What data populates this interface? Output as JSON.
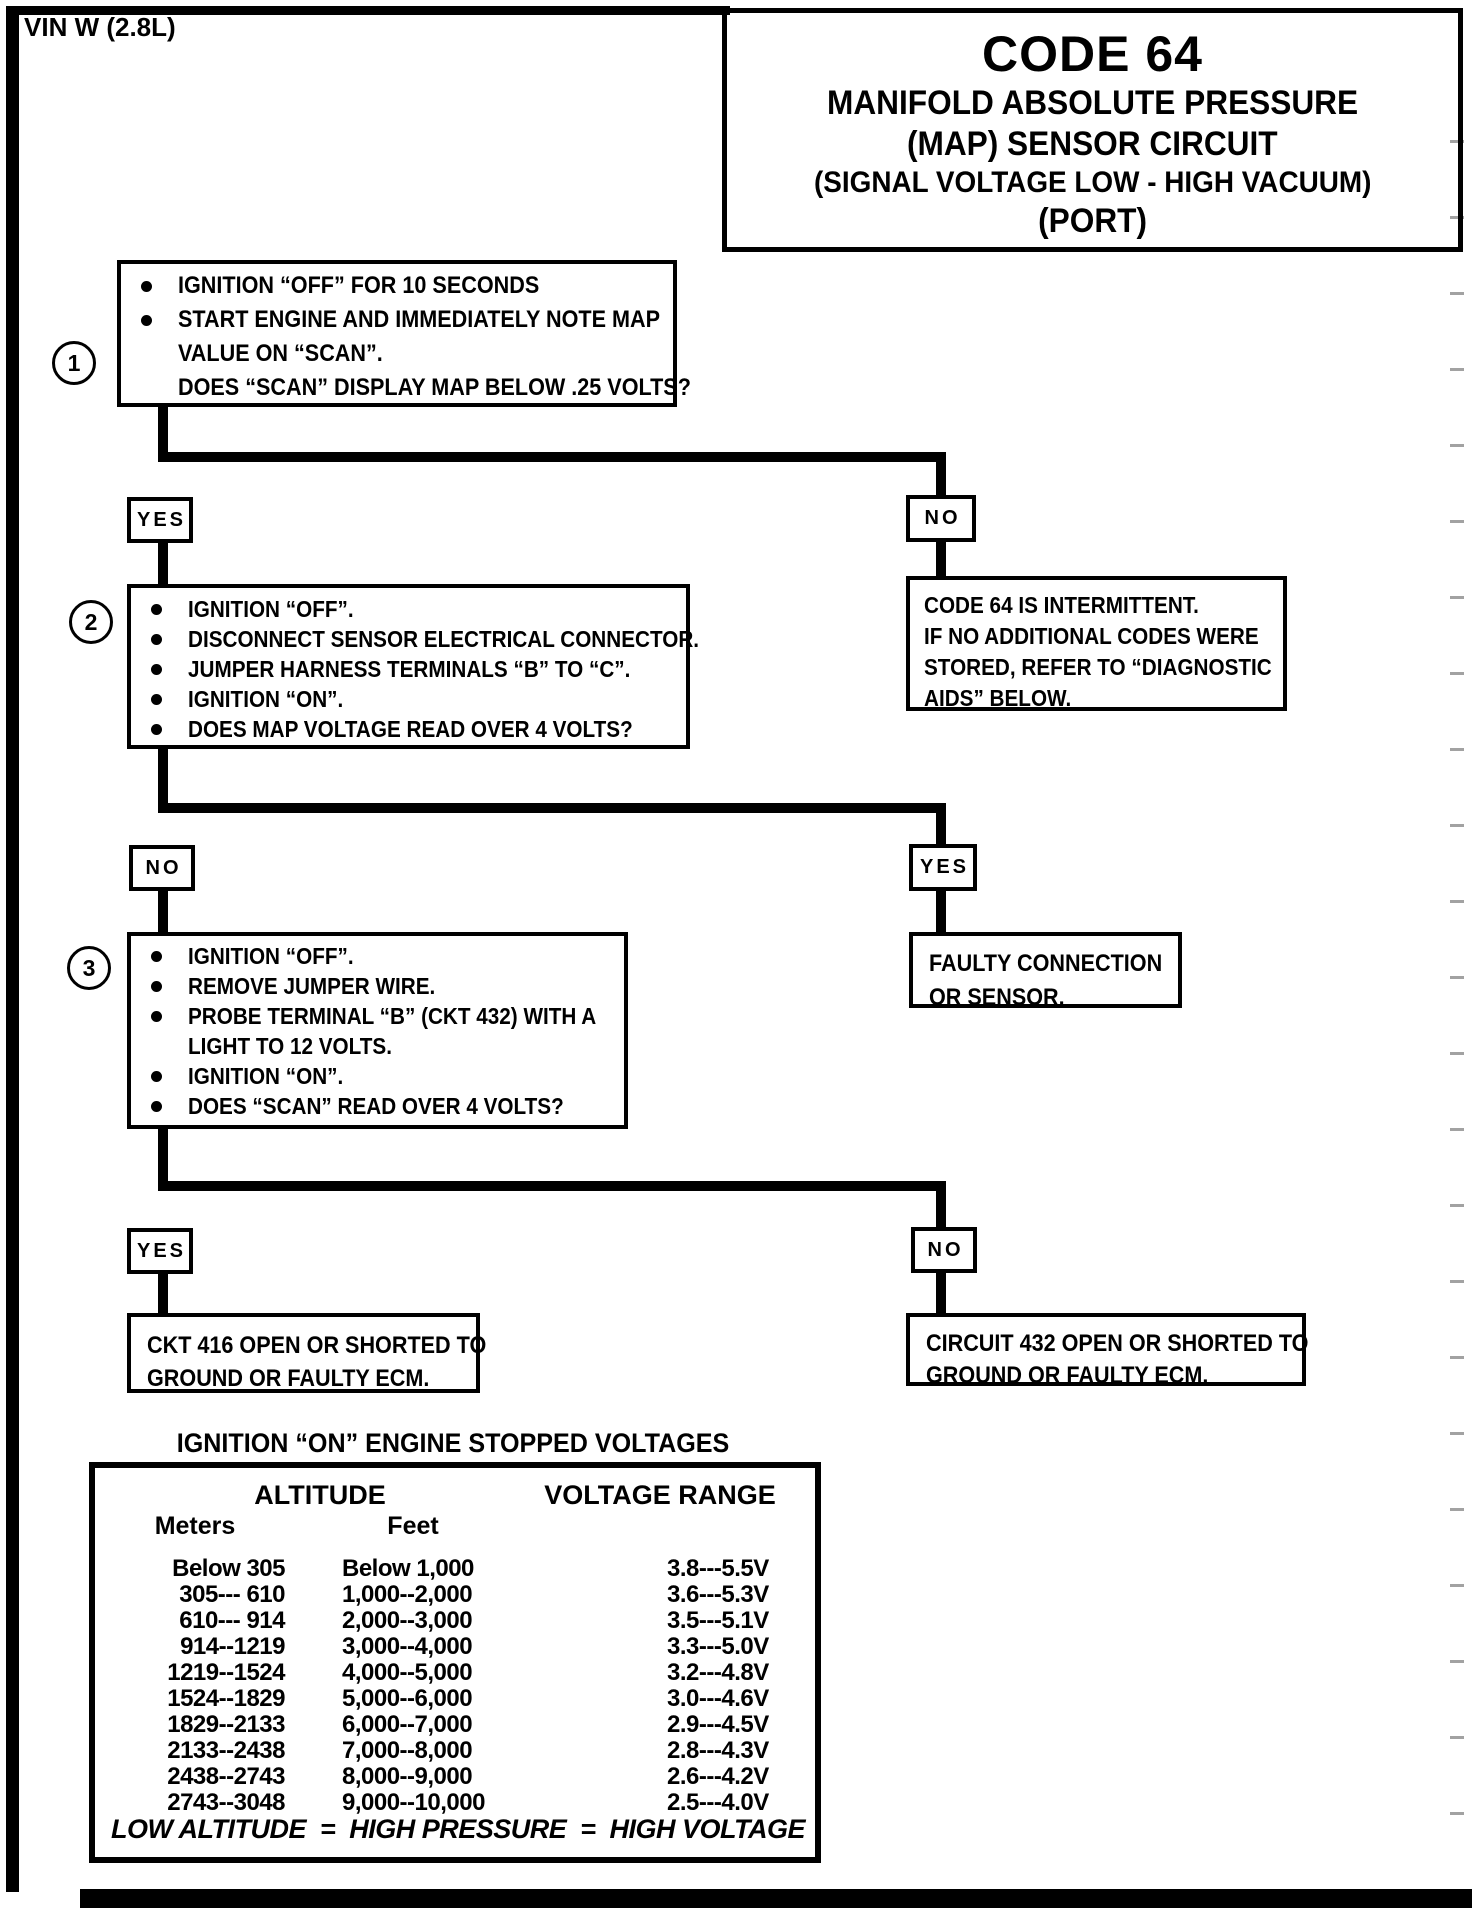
{
  "page": {
    "vin": "VIN W (2.8L)"
  },
  "title": {
    "code": "CODE 64",
    "lines": [
      "MANIFOLD ABSOLUTE PRESSURE",
      "(MAP) SENSOR CIRCUIT",
      "(SIGNAL VOLTAGE LOW - HIGH VACUUM)",
      "(PORT)"
    ]
  },
  "flow": {
    "step1": {
      "num": "1",
      "lines": [
        "IGNITION “OFF” FOR 10 SECONDS",
        "START ENGINE AND IMMEDIATELY NOTE MAP",
        "VALUE ON “SCAN”.",
        "DOES “SCAN” DISPLAY MAP BELOW .25 VOLTS?"
      ]
    },
    "branch1_yes": "YES",
    "branch1_no": "NO",
    "intermittent": {
      "lines": [
        "CODE 64 IS INTERMITTENT.",
        "IF NO ADDITIONAL CODES WERE",
        "STORED, REFER TO “DIAGNOSTIC",
        "AIDS”  BELOW."
      ]
    },
    "step2": {
      "num": "2",
      "lines": [
        "IGNITION “OFF”.",
        "DISCONNECT SENSOR ELECTRICAL CONNECTOR.",
        "JUMPER HARNESS TERMINALS “B” TO “C”.",
        "IGNITION “ON”.",
        "DOES MAP VOLTAGE READ OVER 4 VOLTS?"
      ]
    },
    "branch2_no": "NO",
    "branch2_yes": "YES",
    "faulty": {
      "lines": [
        "FAULTY CONNECTION",
        "OR SENSOR."
      ]
    },
    "step3": {
      "num": "3",
      "lines": [
        "IGNITION “OFF”.",
        "REMOVE JUMPER WIRE.",
        "PROBE TERMINAL “B” (CKT 432) WITH A",
        "LIGHT TO 12 VOLTS.",
        "IGNITION “ON”.",
        "DOES “SCAN” READ OVER 4 VOLTS?"
      ]
    },
    "branch3_yes": "YES",
    "branch3_no": "NO",
    "ckt416": {
      "lines": [
        "CKT 416 OPEN OR SHORTED TO",
        "GROUND OR FAULTY ECM."
      ]
    },
    "circuit432": {
      "lines": [
        "CIRCUIT 432 OPEN OR SHORTED TO",
        "GROUND OR FAULTY ECM."
      ]
    }
  },
  "voltage_table": {
    "heading": "IGNITION “ON” ENGINE STOPPED VOLTAGES",
    "col_altitude": "ALTITUDE",
    "col_voltage_range": "VOLTAGE RANGE",
    "sub_meters": "Meters",
    "sub_feet": "Feet",
    "rows": [
      {
        "meters": "Below 305",
        "feet": "Below 1,000",
        "volts": "3.8---5.5V"
      },
      {
        "meters": "305--- 610",
        "feet": "1,000--2,000",
        "volts": "3.6---5.3V"
      },
      {
        "meters": "610--- 914",
        "feet": "2,000--3,000",
        "volts": "3.5---5.1V"
      },
      {
        "meters": "914--1219",
        "feet": "3,000--4,000",
        "volts": "3.3---5.0V"
      },
      {
        "meters": "1219--1524",
        "feet": "4,000--5,000",
        "volts": "3.2---4.8V"
      },
      {
        "meters": "1524--1829",
        "feet": "5,000--6,000",
        "volts": "3.0---4.6V"
      },
      {
        "meters": "1829--2133",
        "feet": "6,000--7,000",
        "volts": "2.9---4.5V"
      },
      {
        "meters": "2133--2438",
        "feet": "7,000--8,000",
        "volts": "2.8---4.3V"
      },
      {
        "meters": "2438--2743",
        "feet": "8,000--9,000",
        "volts": "2.6---4.2V"
      },
      {
        "meters": "2743--3048",
        "feet": "9,000--10,000",
        "volts": "2.5---4.0V"
      }
    ],
    "note": "LOW ALTITUDE  =  HIGH PRESSURE  =  HIGH VOLTAGE"
  },
  "colors": {
    "ink": "#000000",
    "paper": "#ffffff"
  }
}
